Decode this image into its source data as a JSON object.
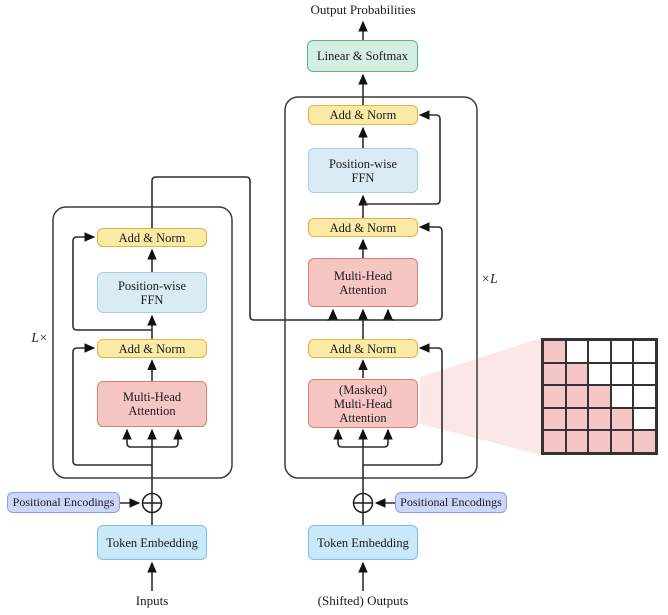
{
  "top": {
    "output_label": "Output Probabilities",
    "linear_softmax": "Linear & Softmax"
  },
  "encoder": {
    "scale_label": "L×",
    "add_norm_ffn": "Add & Norm",
    "ffn": "Position-wise\nFFN",
    "add_norm_attn": "Add & Norm",
    "attention": "Multi-Head\nAttention"
  },
  "decoder": {
    "scale_label": "×L",
    "add_norm_top": "Add & Norm",
    "ffn": "Position-wise\nFFN",
    "add_norm_cross": "Add & Norm",
    "cross_attention": "Multi-Head\nAttention",
    "add_norm_masked": "Add & Norm",
    "masked_attention": "(Masked)\nMulti-Head\nAttention"
  },
  "bottom": {
    "positional_encodings_left": "Positional Encodings",
    "positional_encodings_right": "Positional Encodings",
    "token_embedding_left": "Token Embedding",
    "token_embedding_right": "Token Embedding",
    "inputs": "Inputs",
    "outputs": "(Shifted) Outputs"
  },
  "colors": {
    "add_norm": "#fbe9a6",
    "ffn": "#d9ecf6",
    "attention": "#f6c6c2",
    "linear_softmax": "#d3efe1",
    "embedding": "#c9e9fa",
    "positional": "#ccd6f8",
    "mask_filled": "#f5c6c5",
    "wire": "#2d2d2d"
  },
  "mask_grid": {
    "rows": 5,
    "cols": 5,
    "matrix": [
      [
        1,
        0,
        0,
        0,
        0
      ],
      [
        1,
        1,
        0,
        0,
        0
      ],
      [
        1,
        1,
        1,
        0,
        0
      ],
      [
        1,
        1,
        1,
        1,
        0
      ],
      [
        1,
        1,
        1,
        1,
        1
      ]
    ]
  }
}
